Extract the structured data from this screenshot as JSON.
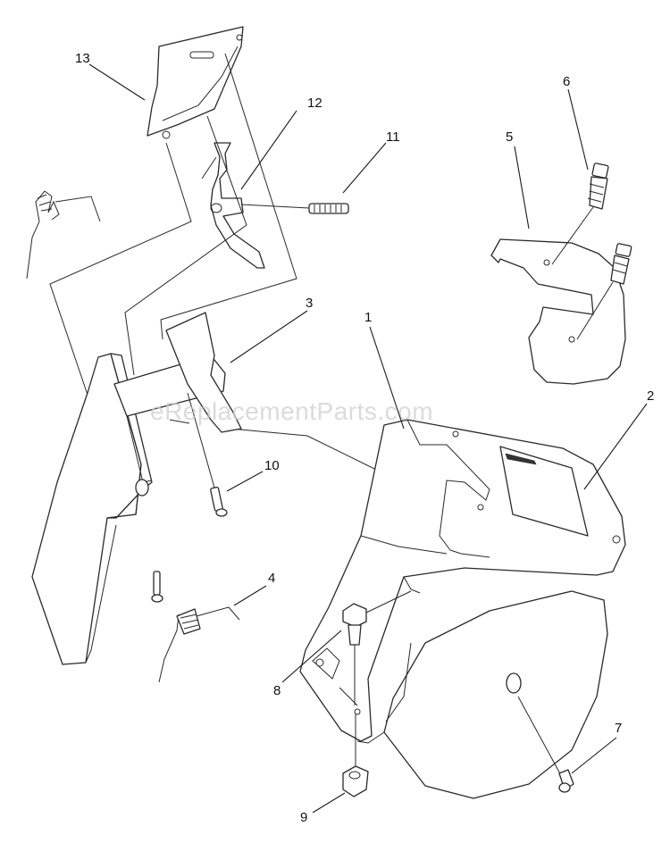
{
  "watermark": "eReplacementParts.com",
  "callouts": [
    {
      "id": "1",
      "label": "1"
    },
    {
      "id": "2",
      "label": "2"
    },
    {
      "id": "3",
      "label": "3"
    },
    {
      "id": "4",
      "label": "4"
    },
    {
      "id": "5",
      "label": "5"
    },
    {
      "id": "6",
      "label": "6"
    },
    {
      "id": "7",
      "label": "7"
    },
    {
      "id": "8",
      "label": "8"
    },
    {
      "id": "9",
      "label": "9"
    },
    {
      "id": "10",
      "label": "10"
    },
    {
      "id": "11",
      "label": "11"
    },
    {
      "id": "12",
      "label": "12"
    },
    {
      "id": "13",
      "label": "13"
    }
  ]
}
